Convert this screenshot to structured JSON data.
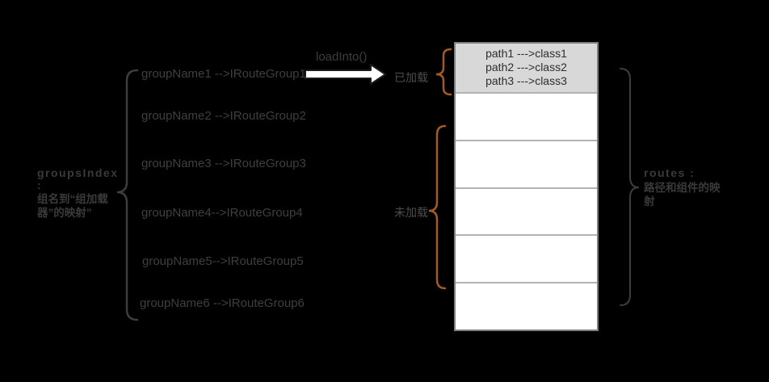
{
  "diagram": {
    "left_label": {
      "title": "groupsIndex",
      "colon": ":",
      "description": "组名到“组加载器”的映射”"
    },
    "groups": [
      "groupName1 -->IRouteGroup1",
      "groupName2 -->IRouteGroup2",
      "groupName3 -->IRouteGroup3",
      "groupName4-->IRouteGroup4",
      "groupName5-->IRouteGroup5",
      "groupName6 -->IRouteGroup6"
    ],
    "load_arrow": {
      "label": "loadInto()"
    },
    "loaded_label": "已加载",
    "unloaded_label": "未加载",
    "routes_table": {
      "loaded_entries": [
        "path1 --->class1",
        "path2 --->class2",
        "path3 --->class3"
      ],
      "empty_cell_count": 5
    },
    "right_label": {
      "title": "routes :",
      "description": "路径和组件的映射"
    }
  },
  "colors": {
    "background": "#000000",
    "text_gray": "#3d3d3d",
    "status_text_gray": "#4d4d4d",
    "brace_dark": "#3d3d3d",
    "brace_orange": "#a65a1d",
    "table_border": "#7f7f7f",
    "table_separator": "#b3b3b3",
    "loaded_cell_bg": "#d8d8d8",
    "arrow_fill": "#ffffff",
    "arrow_outline": "#1c1c1c"
  }
}
